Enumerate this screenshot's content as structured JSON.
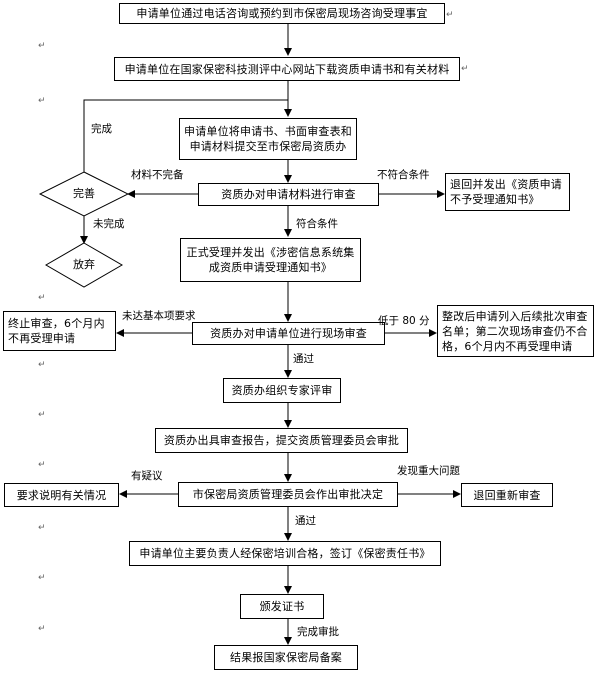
{
  "steps": {
    "s1": "申请单位通过电话咨询或预约到市保密局现场咨询受理事宜",
    "s2": "申请单位在国家保密科技测评中心网站下载资质申请书和有关材料",
    "s3": "申请单位将申请书、书面审查表和申请材料提交至市保密局资质办",
    "s4": "资质办对申请材料进行审查",
    "s4_reject": "退回并发出《资质申请不予受理通知书》",
    "s5": "正式受理并发出《涉密信息系统集成资质申请受理通知书》",
    "s6": "资质办对申请单位进行现场审查",
    "s6_left": "终止审查，6个月内不再受理申请",
    "s6_right": "整改后申请列入后续批次审查名单；第二次现场审查仍不合格，6个月内不再受理申请",
    "s7": "资质办组织专家评审",
    "s8": "资质办出具审查报告，提交资质管理委员会审批",
    "s9": "市保密局资质管理委员会作出审批决定",
    "s9_left": "要求说明有关情况",
    "s9_right": "退回重新审查",
    "s10": "申请单位主要负责人经保密培训合格，签订《保密责任书》",
    "s11": "颁发证书",
    "s12": "结果报国家保密局备案"
  },
  "decisions": {
    "complete": "完善",
    "abandon": "放弃"
  },
  "labels": {
    "done": "完成",
    "incomplete": "材料不完备",
    "not_done": "未完成",
    "nonconform": "不符合条件",
    "conform": "符合条件",
    "basic_fail": "未达基本项要求",
    "under80": "低于 80 分",
    "pass1": "通过",
    "doubt": "有疑议",
    "major": "发现重大问题",
    "pass2": "通过",
    "approved": "完成审批"
  },
  "para_mark": "↵"
}
